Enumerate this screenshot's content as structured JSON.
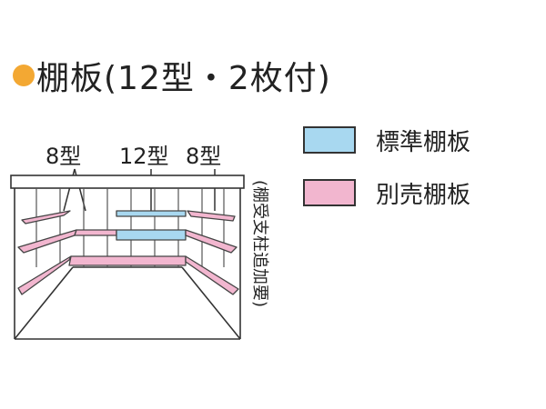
{
  "title": {
    "text": "棚板(12型・2枚付)",
    "dot_color": "#f3a833"
  },
  "legend": [
    {
      "label": "標準棚板",
      "color": "#a8d8f0"
    },
    {
      "label": "別売棚板",
      "color": "#f2b6cf"
    }
  ],
  "diagram": {
    "labels": {
      "left": "8型",
      "center": "12型",
      "right": "8型"
    },
    "vertical_note": "(棚受支柱追加要)"
  }
}
